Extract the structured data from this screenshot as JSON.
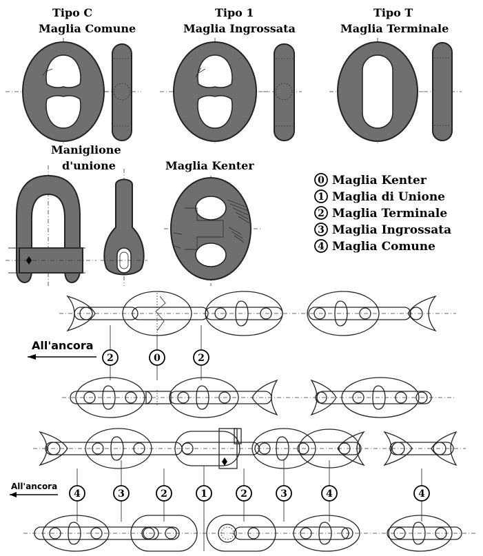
{
  "titles": {
    "tipo_c": "Tipo C",
    "maglia_comune": "Maglia Comune",
    "tipo_1": "Tipo 1",
    "maglia_ingrossata": "Maglia Ingrossata",
    "tipo_t": "Tipo T",
    "maglia_terminale": "Maglia Terminale",
    "maniglione_1": "Maniglione",
    "maniglione_2": "d'unione",
    "maglia_kenter": "Maglia Kenter"
  },
  "legend": [
    {
      "num": "0",
      "label": "Maglia Kenter"
    },
    {
      "num": "1",
      "label": "Maglia di Unione"
    },
    {
      "num": "2",
      "label": "Maglia Terminale"
    },
    {
      "num": "3",
      "label": "Maglia Ingrossata"
    },
    {
      "num": "4",
      "label": "Maglia Comune"
    }
  ],
  "chain1": {
    "arrow_label": "All'ancora",
    "markers": [
      "2",
      "0",
      "2"
    ]
  },
  "chain2": {
    "arrow_label": "All'ancora",
    "markers": [
      "4",
      "3",
      "2",
      "1",
      "2",
      "3",
      "4",
      "4"
    ]
  },
  "colors": {
    "link_fill": "#6f6f6f",
    "outline": "#222222",
    "background": "#ffffff"
  }
}
